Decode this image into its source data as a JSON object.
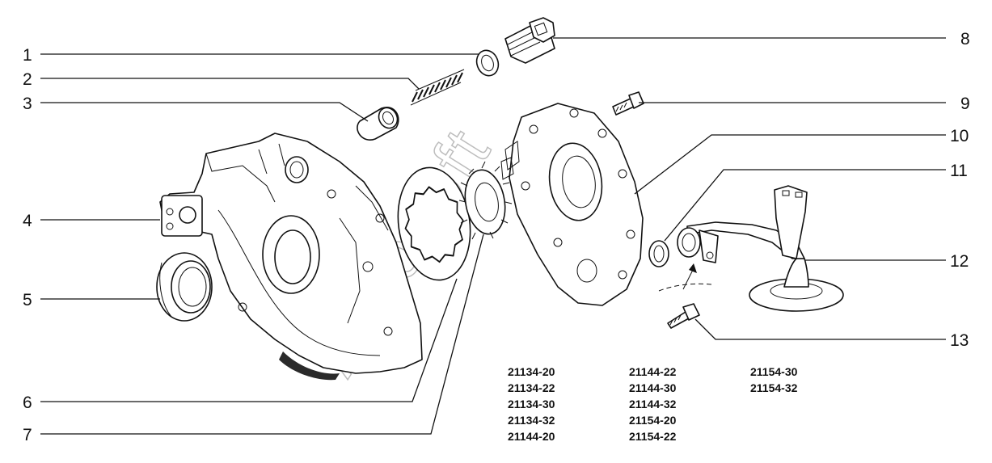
{
  "callouts": [
    {
      "id": "c1",
      "label": "1"
    },
    {
      "id": "c2",
      "label": "2"
    },
    {
      "id": "c3",
      "label": "3"
    },
    {
      "id": "c4",
      "label": "4"
    },
    {
      "id": "c5",
      "label": "5"
    },
    {
      "id": "c6",
      "label": "6"
    },
    {
      "id": "c7",
      "label": "7"
    },
    {
      "id": "c8",
      "label": "8"
    },
    {
      "id": "c9",
      "label": "9"
    },
    {
      "id": "c10",
      "label": "10"
    },
    {
      "id": "c11",
      "label": "11"
    },
    {
      "id": "c12",
      "label": "12"
    },
    {
      "id": "c13",
      "label": "13"
    }
  ],
  "model_columns": [
    [
      "21134-20",
      "21134-22",
      "21134-30",
      "21134-32",
      "21144-20"
    ],
    [
      "21144-22",
      "21144-30",
      "21144-32",
      "21154-20",
      "21154-22"
    ],
    [
      "21154-30",
      "21154-32"
    ]
  ],
  "watermark": "Autosoft"
}
